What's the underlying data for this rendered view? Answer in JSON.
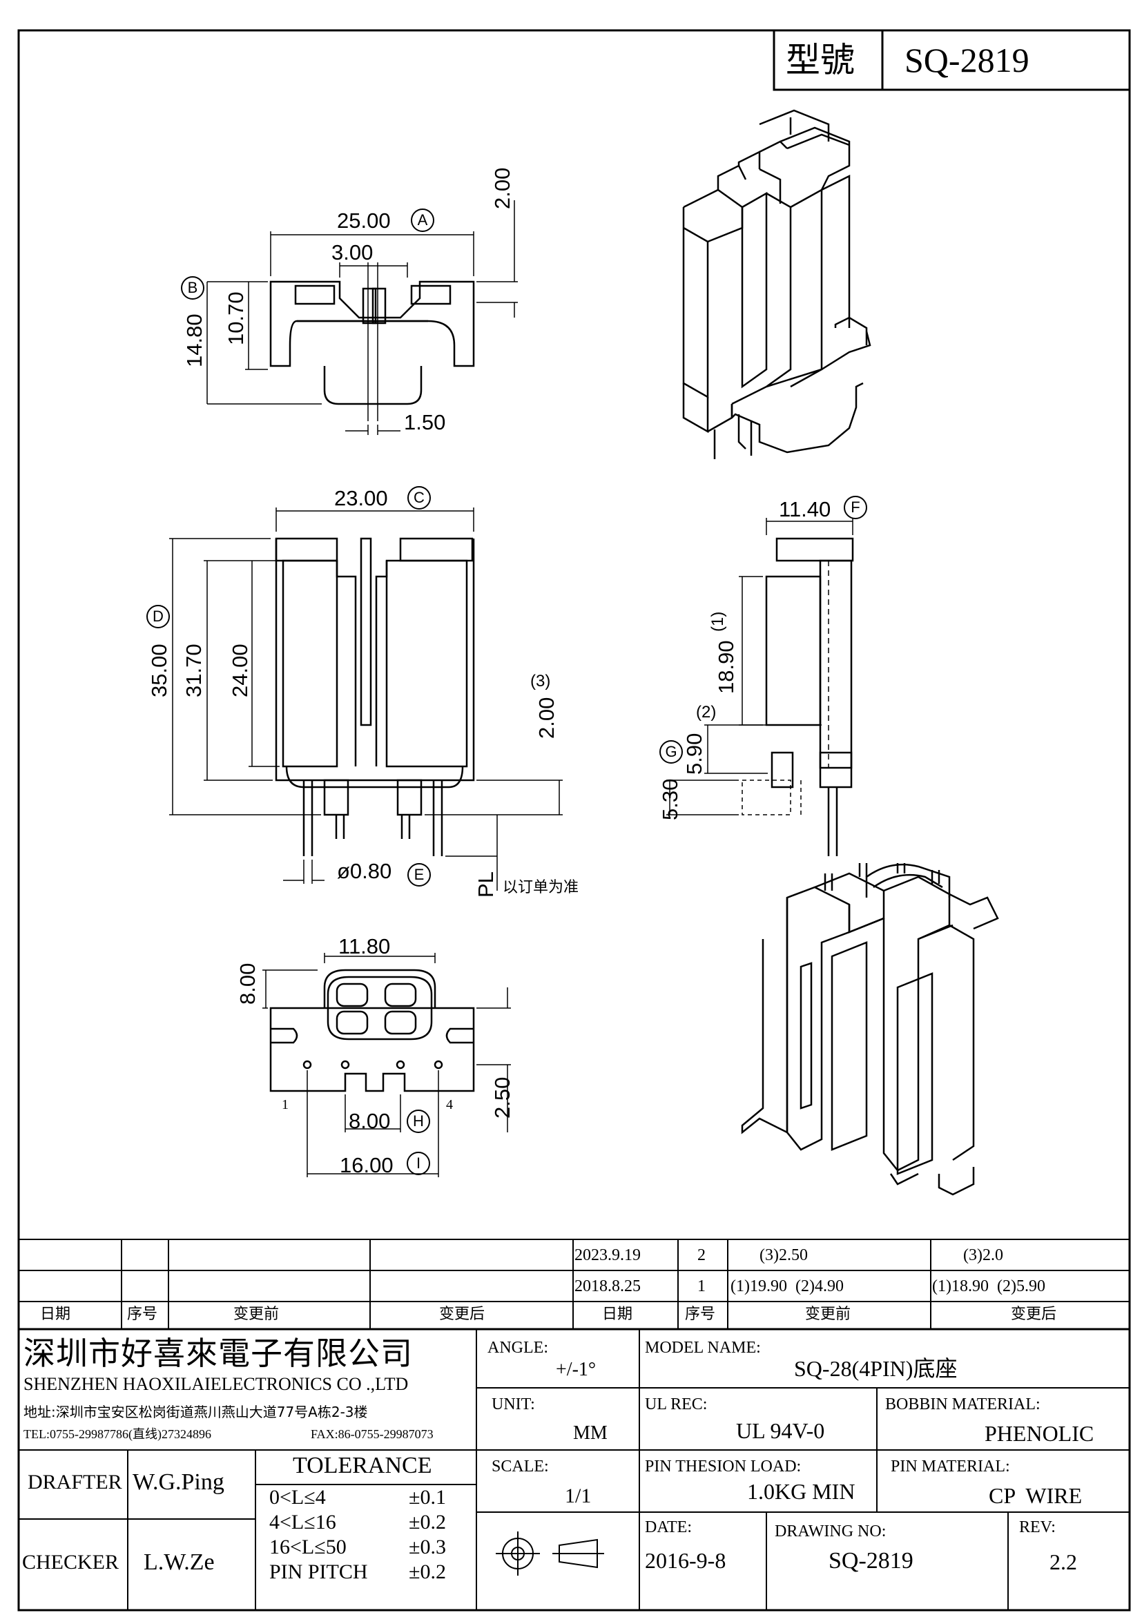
{
  "title_block": {
    "label": "型號",
    "model": "SQ-2819"
  },
  "dims": {
    "top_w": "25.00",
    "top_w_tag": "A",
    "gap": "3.00",
    "top_h1": "2.00",
    "depth_total": "14.80",
    "depth_tag": "B",
    "depth_inner": "10.70",
    "pin_off": "1.50",
    "front_w": "23.00",
    "front_w_tag": "C",
    "height_total": "35.00",
    "height_tag": "D",
    "height_inner": "31.70",
    "window_h": "24.00",
    "lead_note": "(3)",
    "lead_h": "2.00",
    "pin_dia": "ø0.80",
    "pin_dia_tag": "E",
    "pl_label": "PL",
    "pl_note": "以订单为准",
    "side_w": "11.40",
    "side_w_tag": "F",
    "side_h1_note": "(1)",
    "side_h1": "18.90",
    "side_h2_note": "(2)",
    "side_h2": "5.90",
    "side_pin": "5.30",
    "side_pin_tag": "G",
    "bottom_w": "11.80",
    "bottom_h": "8.00",
    "pin_pitch": "8.00",
    "pin_pitch_tag": "H",
    "pin_span": "16.00",
    "pin_span_tag": "I",
    "bottom_pin_h": "2.50",
    "pin1": "1",
    "pin4": "4"
  },
  "revisions": {
    "rows": [
      {
        "date": "2023.9.19",
        "no": "2",
        "before": "(3)2.50",
        "after": "(3)2.0"
      },
      {
        "date": "2018.8.25",
        "no": "1",
        "before": "(1)19.90  (2)4.90",
        "after": "(1)18.90  (2)5.90"
      }
    ],
    "headers": {
      "date": "日期",
      "no": "序号",
      "before": "变更前",
      "after": "变更后"
    }
  },
  "company": {
    "name_cn": "深圳市好喜來電子有限公司",
    "name_en": "SHENZHEN HAOXILAIELECTRONICS CO .,LTD",
    "address": "地址:深圳市宝安区松岗街道燕川燕山大道77号A栋2-3楼",
    "tel": "TEL:0755-29987786(直线)27324896",
    "fax": "FAX:86-0755-29987073"
  },
  "fields": {
    "angle_label": "ANGLE:",
    "angle": "+/-1°",
    "model_label": "MODEL NAME:",
    "model": "SQ-28(4PIN)底座",
    "unit_label": "UNIT:",
    "unit": "MM",
    "ul_label": "UL REC:",
    "ul": "UL 94V-0",
    "bobbin_label": "BOBBIN MATERIAL:",
    "bobbin": "PHENOLIC",
    "scale_label": "SCALE:",
    "scale": "1/1",
    "load_label": "PIN THESION LOAD:",
    "load": "1.0KG MIN",
    "pinmat_label": "PIN MATERIAL:",
    "pinmat": "CP  WIRE",
    "date_label": "DATE:",
    "date": "2016-9-8",
    "drawno_label": "DRAWING NO:",
    "drawno": "SQ-2819",
    "rev_label": "REV:",
    "rev": "2.2",
    "drafter_label": "DRAFTER",
    "drafter": "W.G.Ping",
    "checker_label": "CHECKER",
    "checker": "L.W.Ze"
  },
  "tolerance": {
    "title": "TOLERANCE",
    "rows": [
      {
        "range": "0<L≤4",
        "value": "±0.1"
      },
      {
        "range": "4<L≤16",
        "value": "±0.2"
      },
      {
        "range": "16<L≤50",
        "value": "±0.3"
      },
      {
        "range": "PIN PITCH",
        "value": "±0.2"
      }
    ]
  }
}
